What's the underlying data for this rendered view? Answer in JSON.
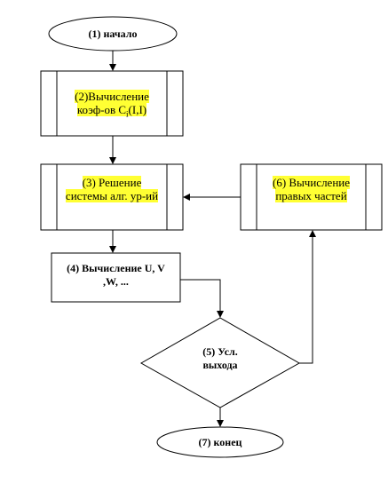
{
  "colors": {
    "highlight": "#ffff33",
    "stroke": "#000000"
  },
  "nodes": {
    "start": {
      "label": "(1) начало"
    },
    "coef": {
      "line1": "(2)Вычисление",
      "line2_prefix": "коэф-ов C",
      "line2_sub": "i",
      "line2_suffix": "(I,I)"
    },
    "solve": {
      "line1": "(3)  Решение",
      "line2": "системы алг. ур-ий"
    },
    "rhs": {
      "line1": "(6)  Вычисление",
      "line2": "правых частей"
    },
    "compute": {
      "line1": "(4)  Вычисление U, V",
      "line2": ",W, ..."
    },
    "condition": {
      "line1": "(5) Усл.",
      "line2": "выхода"
    },
    "end": {
      "label": "(7) конец"
    }
  }
}
